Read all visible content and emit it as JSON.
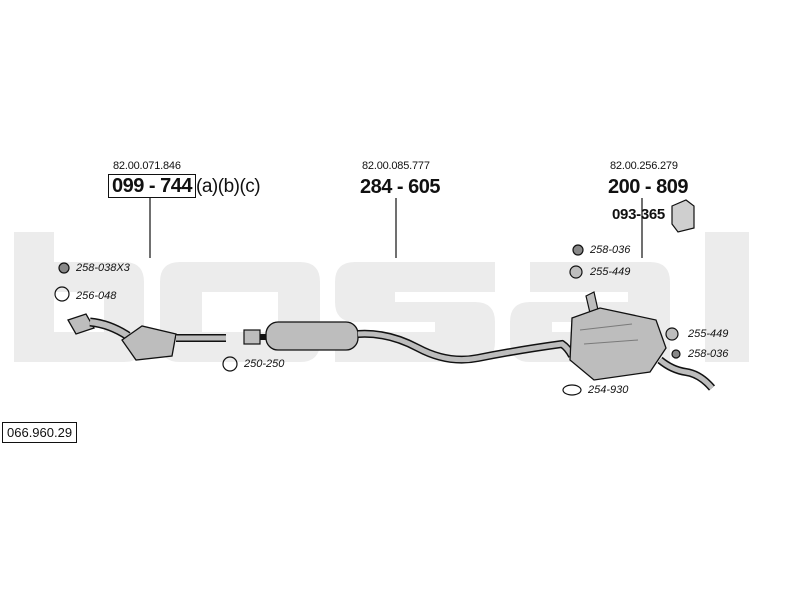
{
  "watermark": "bosal",
  "catalog_number": "066.960.29",
  "parts": {
    "front": {
      "oem": "82.00.071.846",
      "number": "099 - 744",
      "suffix": "(a)(b)(c)"
    },
    "middle": {
      "oem": "82.00.085.777",
      "number": "284 - 605"
    },
    "rear": {
      "oem": "82.00.256.279",
      "number": "200 - 809"
    },
    "rubber_mount": {
      "number": "093-365"
    }
  },
  "fittings": {
    "f1": "258-038X3",
    "f2": "256-048",
    "f3": "250-250",
    "f4": "258-036",
    "f5": "255-449",
    "f6": "255-449",
    "f7": "258-036",
    "f8": "254-930"
  },
  "colors": {
    "watermark": "#ececec",
    "part": "#bdbdbd",
    "part_dark": "#7a7a7a",
    "line": "#111111"
  }
}
